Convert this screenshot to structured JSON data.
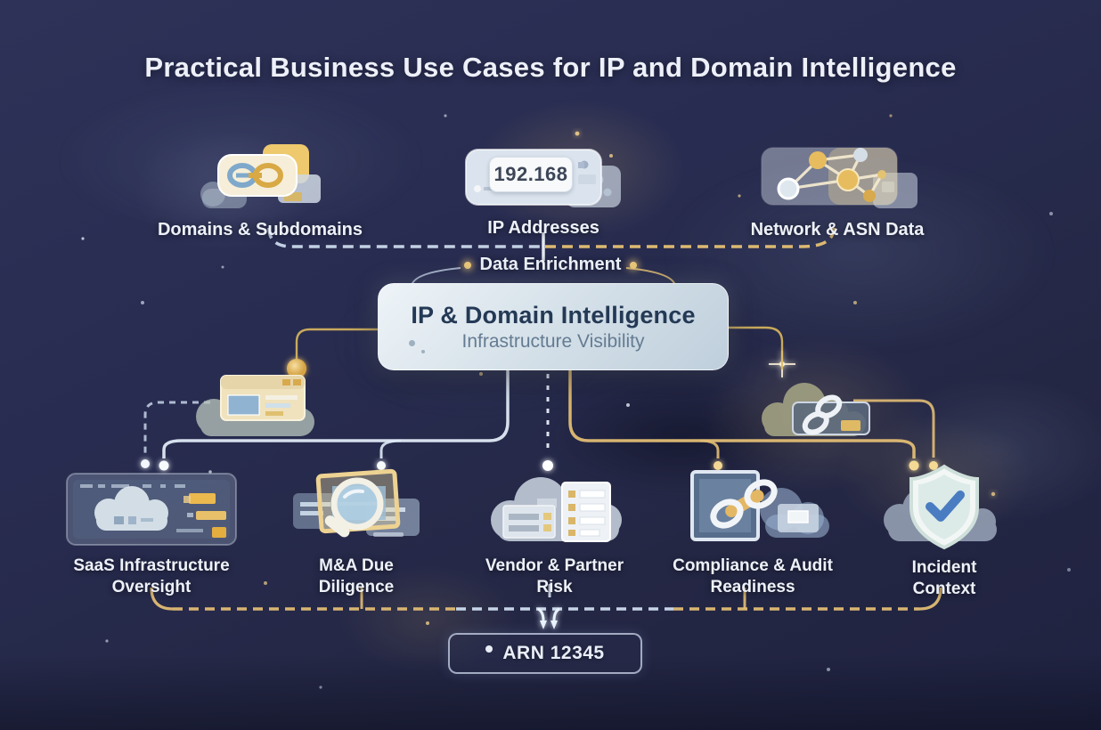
{
  "title": "Practical Business Use Cases for IP and Domain Intelligence",
  "top_nodes": [
    {
      "label": "Domains & Subdomains",
      "icon": "chain-link-cards-icon"
    },
    {
      "label": "IP Addresses",
      "icon": "ip-address-chip-icon",
      "chip_text": "192.168"
    },
    {
      "label": "Network & ASN Data",
      "icon": "network-graph-icon"
    }
  ],
  "enrichment": {
    "label": "Data Enrichment"
  },
  "center_box": {
    "title": "IP & Domain Intelligence",
    "subtitle": "Infrastructure Visibility"
  },
  "middle_icons": [
    {
      "icon": "browser-cloud-icon"
    },
    {
      "icon": "link-cloud-icon"
    }
  ],
  "use_cases": [
    {
      "label": "SaaS Infrastructure Oversight",
      "icon": "cloud-dashboard-icon"
    },
    {
      "label": "M&A Due Diligence",
      "icon": "magnifier-documents-icon"
    },
    {
      "label": "Vendor & Partner Risk",
      "icon": "cloud-documents-icon"
    },
    {
      "label": "Compliance & Audit Readiness",
      "icon": "chain-document-icon"
    },
    {
      "label": "Incident Context",
      "icon": "shield-check-icon"
    }
  ],
  "output_badge": {
    "label": "ARN 12345"
  },
  "colors": {
    "background": "#272b4e",
    "accent_gold": "#e5c06f",
    "accent_blue": "#cfe0f2",
    "center_box_text": "#243955",
    "label_text": "#edf1f8"
  }
}
